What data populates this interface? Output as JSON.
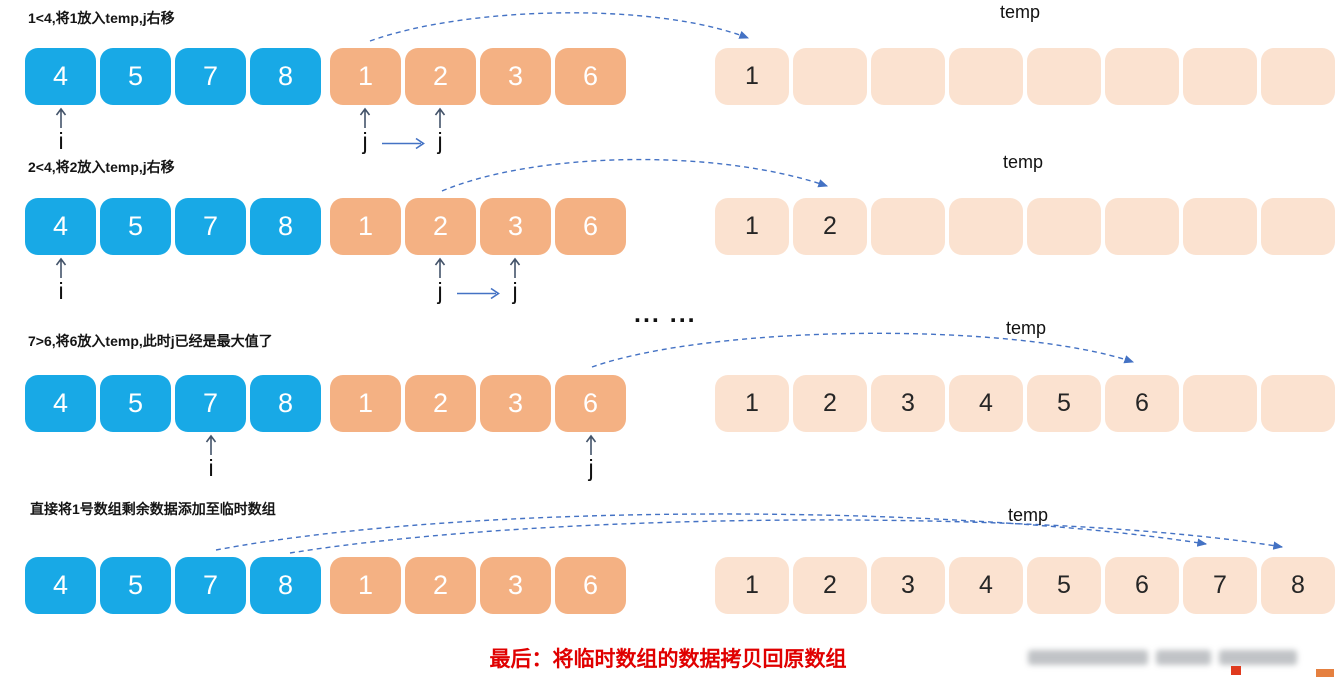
{
  "colors": {
    "blue": "#18a9e6",
    "orange": "#f4b183",
    "temp-bg": "#fbe2d0",
    "arrow-blue": "#4472c4",
    "pointer": "#44546a",
    "footer-red": "#e00000"
  },
  "labels": {
    "i": "i",
    "j": "j",
    "ellipsis": "... ...",
    "footer": "最后：将临时数组的数据拷贝回原数组"
  },
  "rows": [
    {
      "caption": "1<4,将1放入temp,j右移",
      "temp_label": "temp",
      "left": [
        "4",
        "5",
        "7",
        "8"
      ],
      "right": [
        "1",
        "2",
        "3",
        "6"
      ],
      "temp": [
        "1",
        "",
        "",
        "",
        "",
        "",
        "",
        ""
      ]
    },
    {
      "caption": "2<4,将2放入temp,j右移",
      "temp_label": "temp",
      "left": [
        "4",
        "5",
        "7",
        "8"
      ],
      "right": [
        "1",
        "2",
        "3",
        "6"
      ],
      "temp": [
        "1",
        "2",
        "",
        "",
        "",
        "",
        "",
        ""
      ]
    },
    {
      "caption": "7>6,将6放入temp,此时j已经是最大值了",
      "temp_label": "temp",
      "left": [
        "4",
        "5",
        "7",
        "8"
      ],
      "right": [
        "1",
        "2",
        "3",
        "6"
      ],
      "temp": [
        "1",
        "2",
        "3",
        "4",
        "5",
        "6",
        "",
        ""
      ]
    },
    {
      "caption": "直接将1号数组剩余数据添加至临时数组",
      "temp_label": "temp",
      "left": [
        "4",
        "5",
        "7",
        "8"
      ],
      "right": [
        "1",
        "2",
        "3",
        "6"
      ],
      "temp": [
        "1",
        "2",
        "3",
        "4",
        "5",
        "6",
        "7",
        "8"
      ]
    }
  ]
}
